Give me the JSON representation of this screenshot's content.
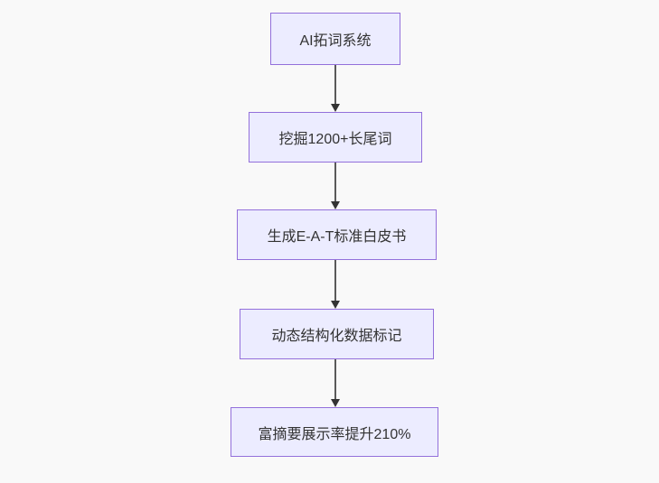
{
  "diagram": {
    "type": "flowchart",
    "direction": "top-down",
    "nodes": [
      {
        "id": "A",
        "label": "AI拓词系统"
      },
      {
        "id": "B",
        "label": "挖掘1200+长尾词"
      },
      {
        "id": "C",
        "label": "生成E-A-T标准白皮书"
      },
      {
        "id": "D",
        "label": "动态结构化数据标记"
      },
      {
        "id": "E",
        "label": "富摘要展示率提升210%"
      }
    ],
    "edges": [
      {
        "from": "A",
        "to": "B"
      },
      {
        "from": "B",
        "to": "C"
      },
      {
        "from": "C",
        "to": "D"
      },
      {
        "from": "D",
        "to": "E"
      }
    ],
    "colors": {
      "node_fill": "#ECECFF",
      "node_border": "#9370DB",
      "node_text": "#333333",
      "edge_line": "#5a5a5a",
      "arrowhead": "#333333",
      "background": "#f9f9f9"
    }
  }
}
